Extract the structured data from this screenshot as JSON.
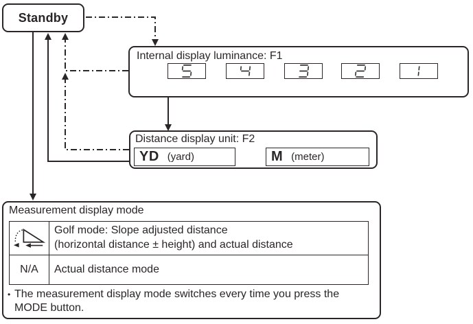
{
  "ink": "#2a2627",
  "standby": {
    "label": "Standby"
  },
  "luminance": {
    "title": "Internal display luminance: F1",
    "levels": [
      "5",
      "4",
      "3",
      "2",
      "1"
    ]
  },
  "unit": {
    "title": "Distance display unit: F2",
    "options": [
      {
        "abbr": "YD",
        "name": "(yard)"
      },
      {
        "abbr": "M",
        "name": "(meter)"
      }
    ]
  },
  "measurement": {
    "title": "Measurement display mode",
    "rows": [
      {
        "symbol": "golf-slope-icon",
        "description_line1": "Golf mode: Slope adjusted distance",
        "description_line2": "(horizontal distance ± height) and actual distance"
      },
      {
        "symbol": "N/A",
        "description": "Actual distance mode"
      }
    ],
    "note_bullet": "•",
    "note": "The measurement display mode switches every time you press the MODE button."
  }
}
